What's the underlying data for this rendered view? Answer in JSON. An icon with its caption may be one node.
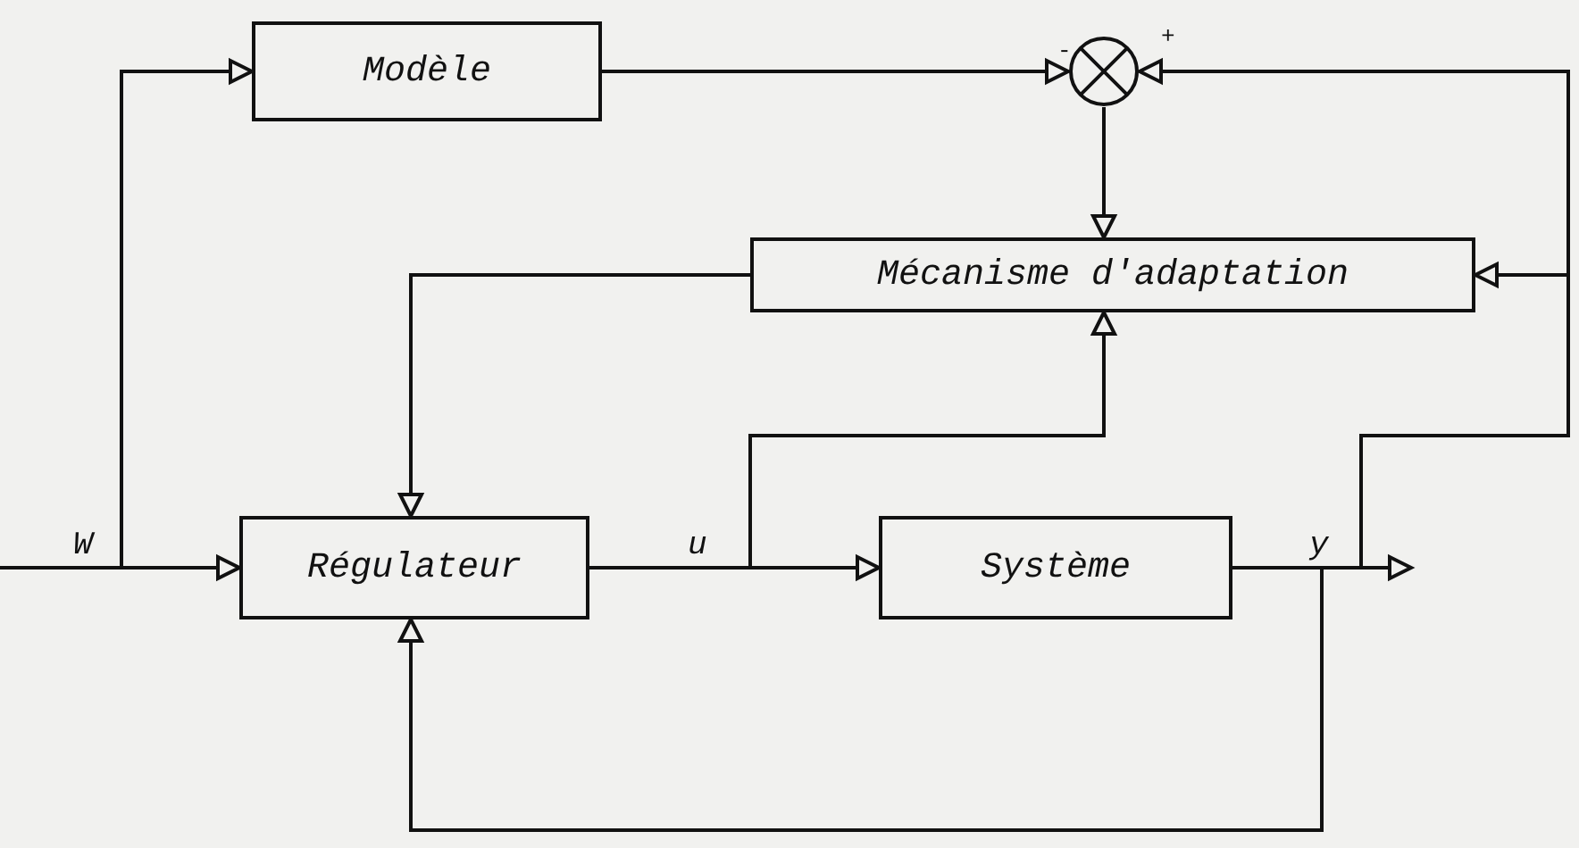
{
  "diagram": {
    "nodes": [
      {
        "text": [
          "Modèle"
        ]
      },
      {
        "text": [],
        "shape": "circle"
      },
      {
        "text": [
          "Mécanisme d'adaptation"
        ]
      },
      {
        "text": [
          "Régulateur"
        ]
      },
      {
        "text": [
          "Système"
        ]
      }
    ],
    "edges": [
      {
        "from": null,
        "to": 3,
        "arrow": "to",
        "label": "W"
      },
      {
        "from": null,
        "to": 0,
        "arrow": "to"
      },
      {
        "from": 0,
        "to": 1,
        "arrow": "to"
      },
      {
        "from": 4,
        "to": 1,
        "arrow": "to"
      },
      {
        "from": 4,
        "to": 2,
        "arrow": "to"
      },
      {
        "from": 1,
        "to": 2,
        "arrow": "to"
      },
      {
        "from": 2,
        "to": 3,
        "arrow": "to"
      },
      {
        "from": 3,
        "to": 4,
        "arrow": "to",
        "label": "u"
      },
      {
        "from": 3,
        "to": 2,
        "arrow": "to"
      },
      {
        "from": 4,
        "to": null,
        "arrow": "to",
        "label": "y"
      },
      {
        "from": 4,
        "to": 3,
        "arrow": "to"
      }
    ],
    "labels": [
      "-",
      "+"
    ]
  }
}
